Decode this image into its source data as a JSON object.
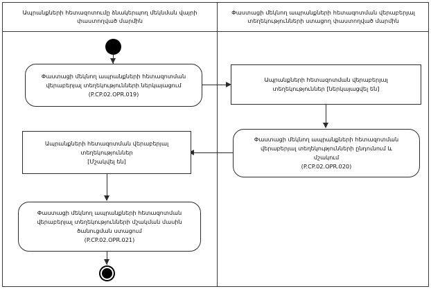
{
  "diagram": {
    "lanes": [
      {
        "id": "lane-left",
        "title": "Ապրանքների հետազոտումը ձնակերպող  մեկնման վայրի փաստողված մարմին"
      },
      {
        "id": "lane-right",
        "title": "Փաստացի մեկնող ապրանքների հետազոտման վերաբերյալ տեղեկությունների ստացող փաստողված մարմին"
      }
    ],
    "nodes": {
      "initial": {
        "name": "initial-node"
      },
      "action_019": {
        "text": "Փաստացի մեկնող ապրանքների հետազոտման\nվերաբերյալ տեղեկությունների ներկայացում\n(P.CP.02.OPR.019)",
        "code": "P.CP.02.OPR.019"
      },
      "object_submitted": {
        "text": "Ապրանքների հետազոտման վերաբերյալ\nտեղեկություններ [ներկայացվել են]",
        "state": "[ներկայացվել են]"
      },
      "action_020": {
        "text": "Փաստացի մեկնող ապրանքների հետազոտման\nվերաբերյալ տեղեկությունների ընդունում և\nմշակում\n(P.CP.02.OPR.020)",
        "code": "P.CP.02.OPR.020"
      },
      "object_processed": {
        "text": "Ապրանքների հետազոտման վերաբերյալ\nտեղեկություններ\n[Մշակվել են]",
        "state": "[Մշակվել են]"
      },
      "action_021": {
        "text": "Փաստացի մեկնող ապրանքների հետազոտման\nվերաբերյալ տեղեկությունների մշակման մասին\nծանուցման ստացում\n(P.CP.02.OPR.021)",
        "code": "P.CP.02.OPR.021"
      },
      "final": {
        "name": "final-node"
      }
    },
    "colors": {
      "stroke": "#2b2b2b",
      "frame": "#3a3a3a",
      "text": "#121212",
      "background": "#ffffff"
    }
  }
}
